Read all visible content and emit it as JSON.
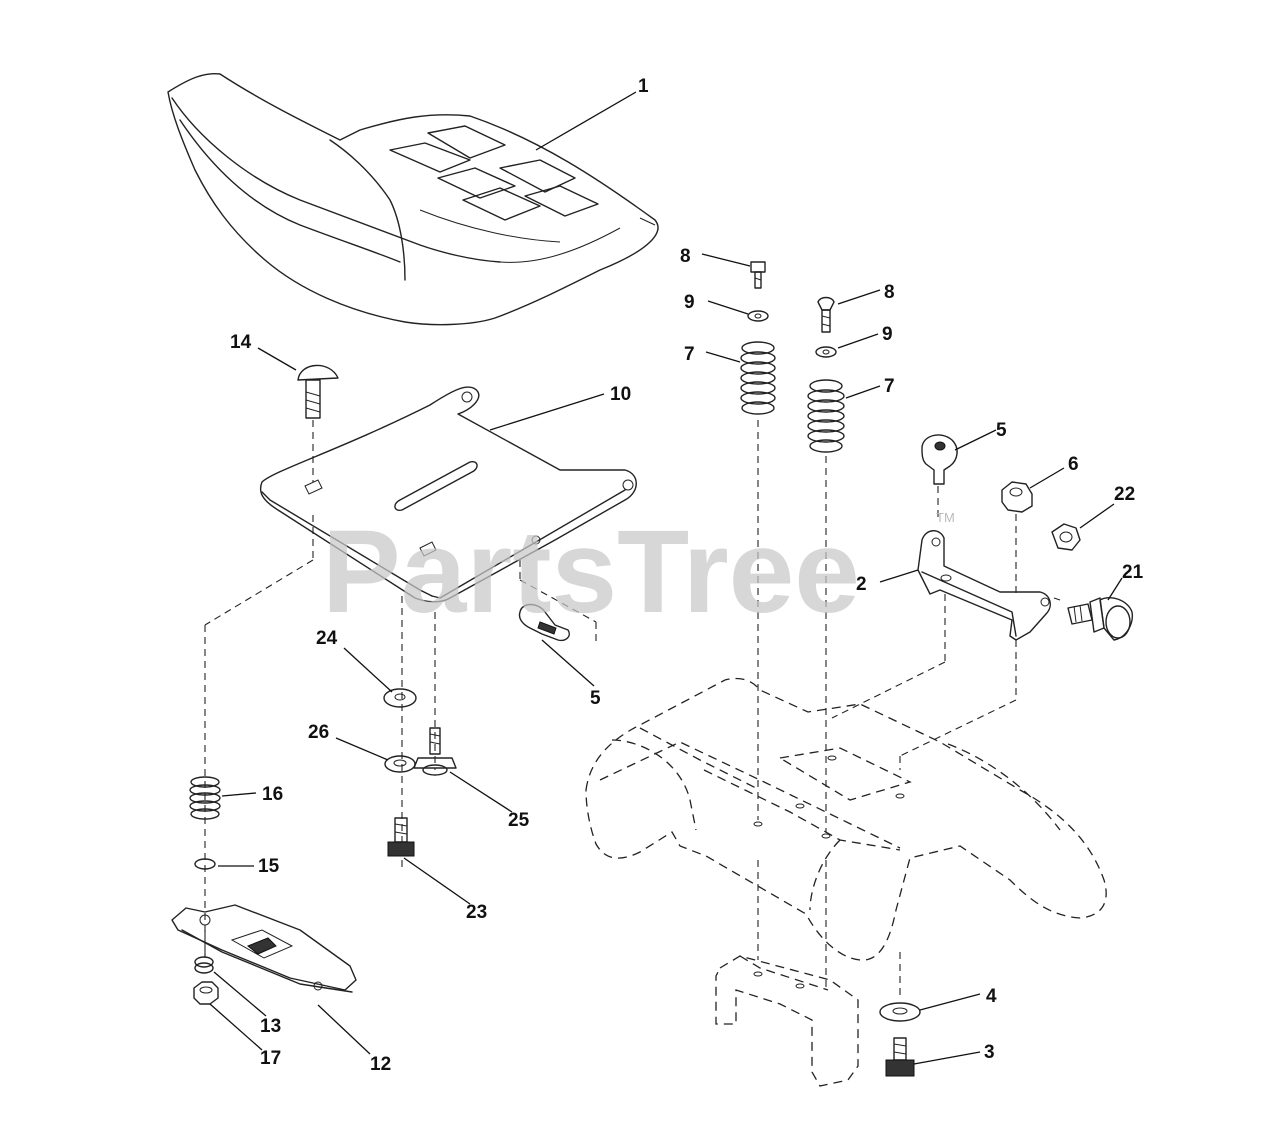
{
  "watermark": {
    "text": "PartsTree",
    "mark": "TM"
  },
  "callouts": {
    "seat": "1",
    "bracket": "2",
    "bolt_3": "3",
    "washer_4": "4",
    "knob_5_right": "5",
    "knob_5_left": "5",
    "nut_6": "6",
    "spring_7_left": "7",
    "spring_7_right": "7",
    "screw_8_left": "8",
    "screw_8_right": "8",
    "washer_9_left": "9",
    "washer_9_right": "9",
    "seat_pan": "10",
    "slide_plate": "12",
    "washer_13": "13",
    "carriage_bolt": "14",
    "washer_15": "15",
    "spring_16": "16",
    "nut_17": "17",
    "shoulder_bolt": "21",
    "nut_22": "22",
    "bolt_23": "23",
    "washer_24": "24",
    "screw_25": "25",
    "lockwasher_26": "26"
  }
}
